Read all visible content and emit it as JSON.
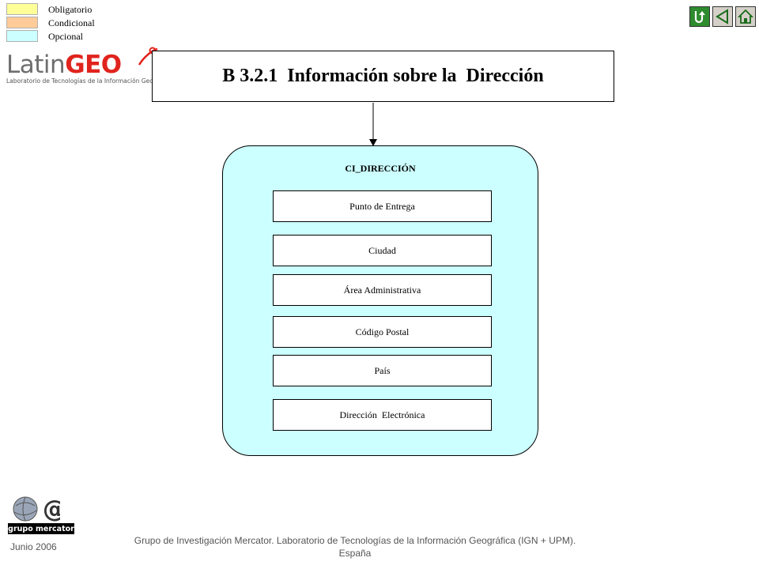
{
  "legend": {
    "items": [
      {
        "label": "Obligatorio",
        "color": "#ffff99"
      },
      {
        "label": "Condicional",
        "color": "#ffcc99"
      },
      {
        "label": "Opcional",
        "color": "#ccffff"
      }
    ]
  },
  "nav": {
    "buttons": [
      {
        "icon": "return-icon",
        "color": "#2e8b2e"
      },
      {
        "icon": "back-triangle-icon",
        "color": "#d4d0c8"
      },
      {
        "icon": "home-icon",
        "color": "#d4d0c8"
      }
    ]
  },
  "logo": {
    "word_part1": "Latin",
    "word_part2": "GEO",
    "subtitle": "Laboratorio de Tecnologías de la Información Geográfica"
  },
  "title": "B 3.2.1  Información sobre la  Dirección",
  "diagram": {
    "class_name": "CI_DIRECCIÓN",
    "class_color": "#ccffff",
    "attributes": [
      "Punto de Entrega",
      "Ciudad",
      "Área Administrativa",
      "Código Postal",
      "País",
      "Dirección  Electrónica"
    ]
  },
  "footer": {
    "logo_text": "grupo mercator",
    "date": "Junio 2006",
    "credit_line1": "Grupo de Investigación Mercator. Laboratorio de Tecnologías de la Información Geográfica (IGN + UPM).",
    "credit_line2": "España"
  }
}
